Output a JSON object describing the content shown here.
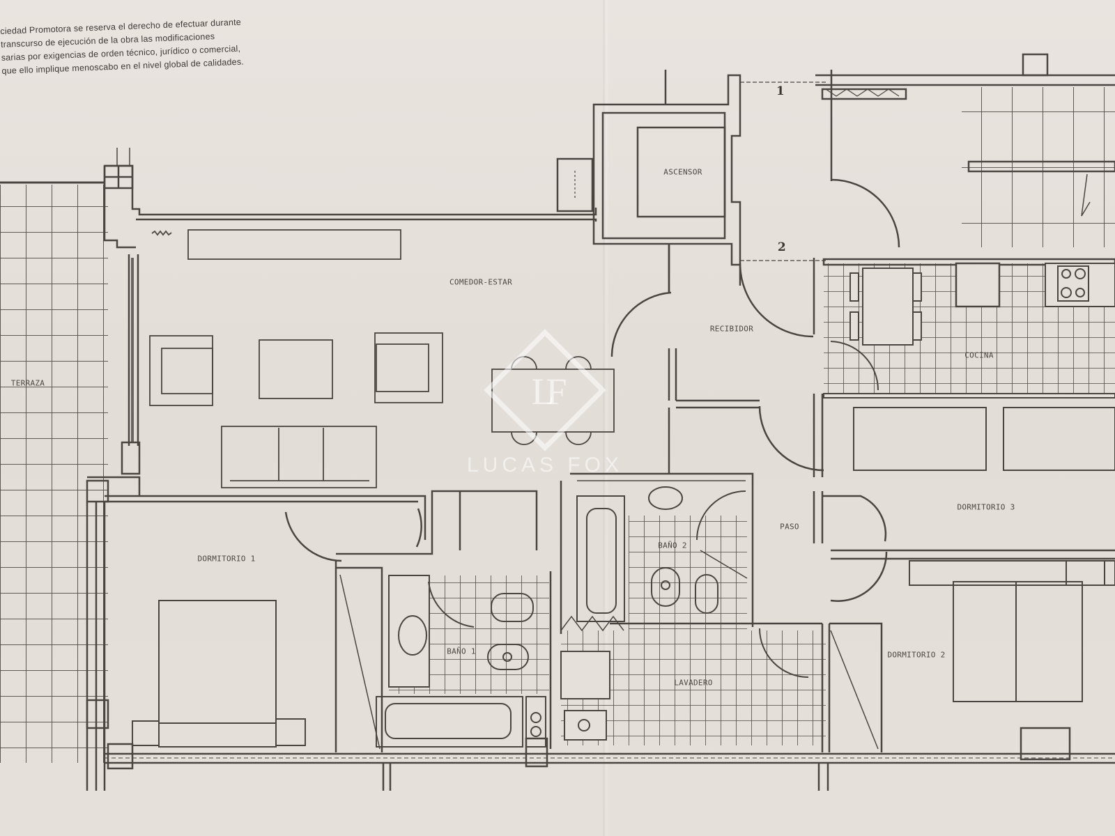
{
  "notice": {
    "lines": [
      "ciedad Promotora se reserva el derecho de efectuar durante",
      "transcurso de ejecución de la obra las modificaciones",
      "sarias por exigencias de orden técnico, jurídico o comercial,",
      "que ello implique menoscabo en el nivel global de calidades."
    ]
  },
  "rooms": {
    "terraza": "TERRAZA",
    "comedor_estar": "COMEDOR-ESTAR",
    "ascensor": "ASCENSOR",
    "recibidor": "RECIBIDOR",
    "cocina": "COCINA",
    "paso": "PASO",
    "dormitorio_1": "DORMITORIO 1",
    "dormitorio_2": "DORMITORIO 2",
    "dormitorio_3": "DORMITORIO 3",
    "bano_1": "BAÑO 1",
    "bano_2": "BAÑO 2",
    "lavadero": "LAVADERO"
  },
  "markers": {
    "door_1": "1",
    "door_2": "2"
  },
  "watermark": {
    "logo": "LF",
    "brand": "LUCAS FOX"
  },
  "colors": {
    "paper": "#e6e0db",
    "ink": "#4a4541"
  }
}
